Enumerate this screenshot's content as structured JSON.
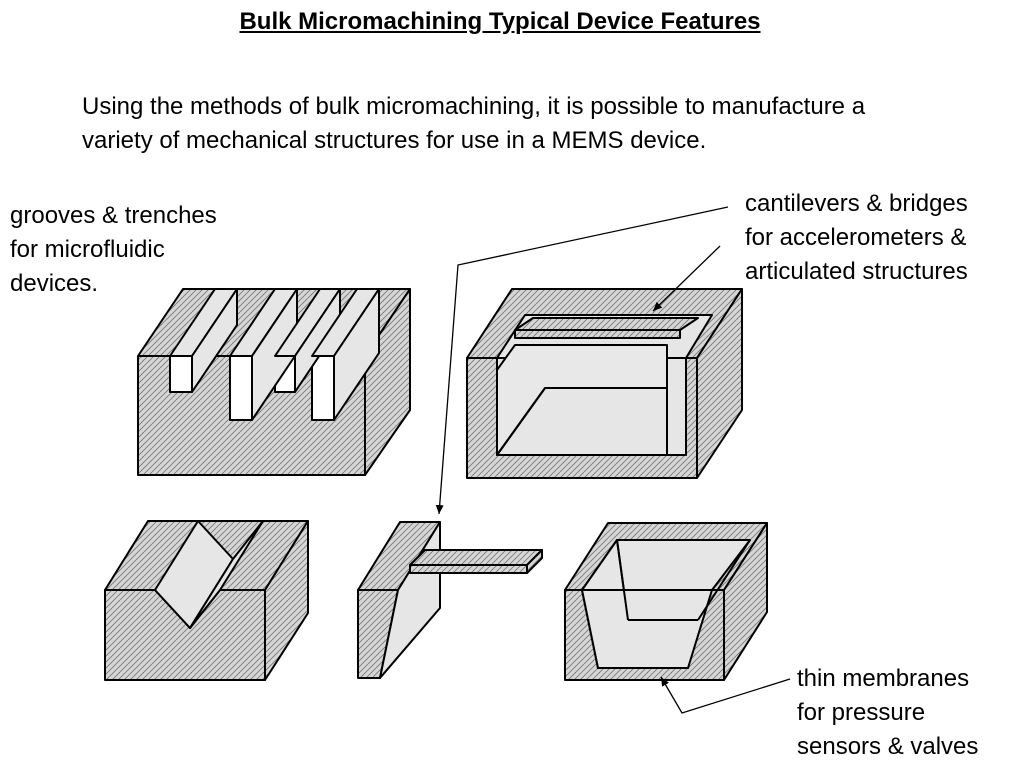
{
  "title": "Bulk Micromachining Typical Device Features",
  "intro": {
    "line1": "Using the methods of bulk micromachining, it is possible to manufacture a",
    "line2": "variety of mechanical structures for use in a MEMS device."
  },
  "labels": {
    "grooves": {
      "line1": "grooves & trenches",
      "line2": "for microfluidic",
      "line3": "devices."
    },
    "cantilevers": {
      "line1": "cantilevers & bridges",
      "line2": "for accelerometers &",
      "line3": "articulated structures"
    },
    "membranes": {
      "line1": "thin membranes",
      "line2": "for pressure",
      "line3": "sensors & valves"
    }
  },
  "colors": {
    "material_fill": "#d6d6d6",
    "cavity_fill": "#e6e6e6",
    "stroke": "#000000"
  }
}
